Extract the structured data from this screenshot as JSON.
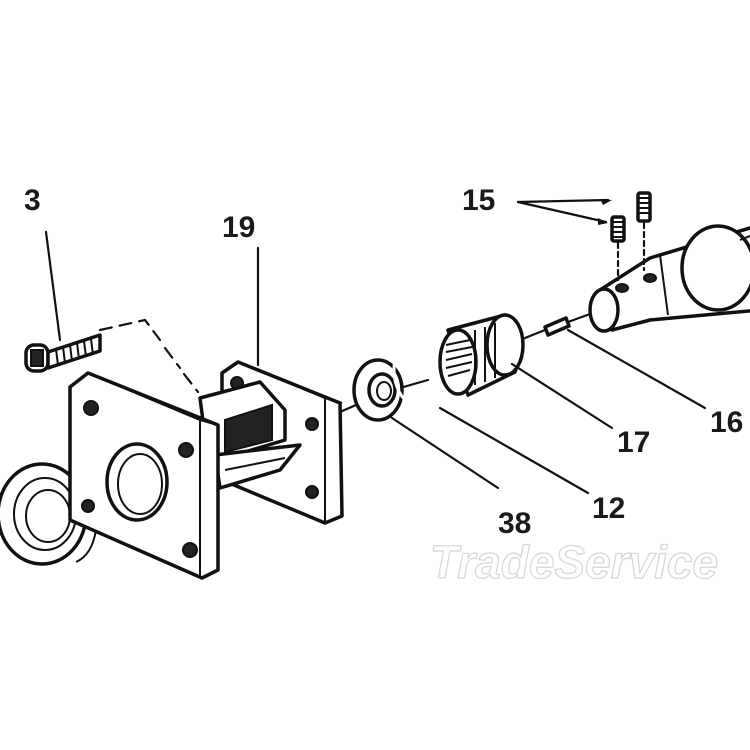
{
  "callouts": {
    "c3": "3",
    "c19": "19",
    "c15": "15",
    "c16": "16",
    "c17": "17",
    "c12": "12",
    "c38": "38"
  },
  "watermark": "TradeService",
  "colors": {
    "ink": "#111111",
    "background": "#ffffff",
    "watermark_outline": "#d6d6d6"
  }
}
